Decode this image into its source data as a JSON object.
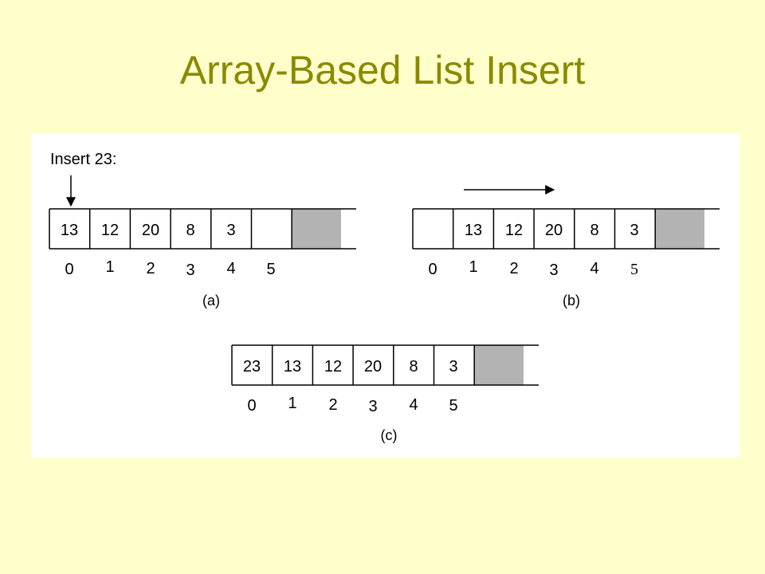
{
  "title": "Array-Based List Insert",
  "colors": {
    "background": "#ffffcc",
    "title": "#8a8a00",
    "shaded_cell": "#b3b3b3"
  },
  "diagram": {
    "insert_label": "Insert 23:",
    "arrays": [
      {
        "id": "a",
        "caption": "(a)",
        "cells": [
          "13",
          "12",
          "20",
          "8",
          "3",
          ""
        ],
        "indices": [
          "0",
          "1",
          "2",
          "3",
          "4",
          "5"
        ]
      },
      {
        "id": "b",
        "caption": "(b)",
        "cells": [
          "",
          "13",
          "12",
          "20",
          "8",
          "3"
        ],
        "indices": [
          "0",
          "1",
          "2",
          "3",
          "4",
          "5"
        ]
      },
      {
        "id": "c",
        "caption": "(c)",
        "cells": [
          "23",
          "13",
          "12",
          "20",
          "8",
          "3"
        ],
        "indices": [
          "0",
          "1",
          "2",
          "3",
          "4",
          "5"
        ]
      }
    ]
  }
}
